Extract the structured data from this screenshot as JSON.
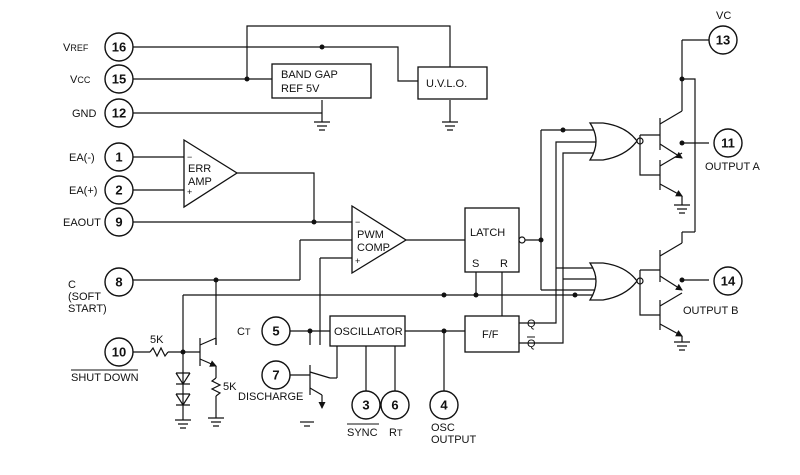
{
  "pins": [
    {
      "id": "p16",
      "number": "16",
      "label": "V",
      "label_sub": "REF"
    },
    {
      "id": "p15",
      "number": "15",
      "label": "V",
      "label_sub": "CC"
    },
    {
      "id": "p12",
      "number": "12",
      "label": "GND"
    },
    {
      "id": "p1",
      "number": "1",
      "label": "EA(-)"
    },
    {
      "id": "p2",
      "number": "2",
      "label": "EA(+)"
    },
    {
      "id": "p9",
      "number": "9",
      "label": "EAOUT"
    },
    {
      "id": "p8",
      "number": "8",
      "label_lines": [
        "C",
        "(SOFT",
        "START)"
      ]
    },
    {
      "id": "p10",
      "number": "10",
      "label": "SHUT DOWN"
    },
    {
      "id": "p5",
      "number": "5",
      "label": "C",
      "label_sub": "T"
    },
    {
      "id": "p7",
      "number": "7",
      "label": "DISCHARGE"
    },
    {
      "id": "p3",
      "number": "3",
      "label": "SYNC"
    },
    {
      "id": "p6",
      "number": "6",
      "label": "R",
      "label_sub": "T"
    },
    {
      "id": "p4",
      "number": "4",
      "label_lines": [
        "OSC",
        "OUTPUT"
      ]
    },
    {
      "id": "p13",
      "number": "13",
      "label": "VC"
    },
    {
      "id": "p11",
      "number": "11",
      "label": "OUTPUT A"
    },
    {
      "id": "p14",
      "number": "14",
      "label": "OUTPUT B"
    }
  ],
  "blocks": {
    "bandgap": [
      "BAND GAP",
      "REF 5V"
    ],
    "uvlo": "U.V.L.O.",
    "err_amp": [
      "ERR",
      "AMP"
    ],
    "pwm_comp": [
      "PWM",
      "COMP"
    ],
    "latch": "LATCH",
    "latch_s": "S",
    "latch_r": "R",
    "oscillator": "OSCILLATOR",
    "ff": "F/F",
    "ff_q": "Q",
    "ff_qbar": "Q",
    "minus": "−",
    "plus": "+"
  },
  "components": {
    "res_shutdown": "5K",
    "res_emitter": "5K"
  }
}
